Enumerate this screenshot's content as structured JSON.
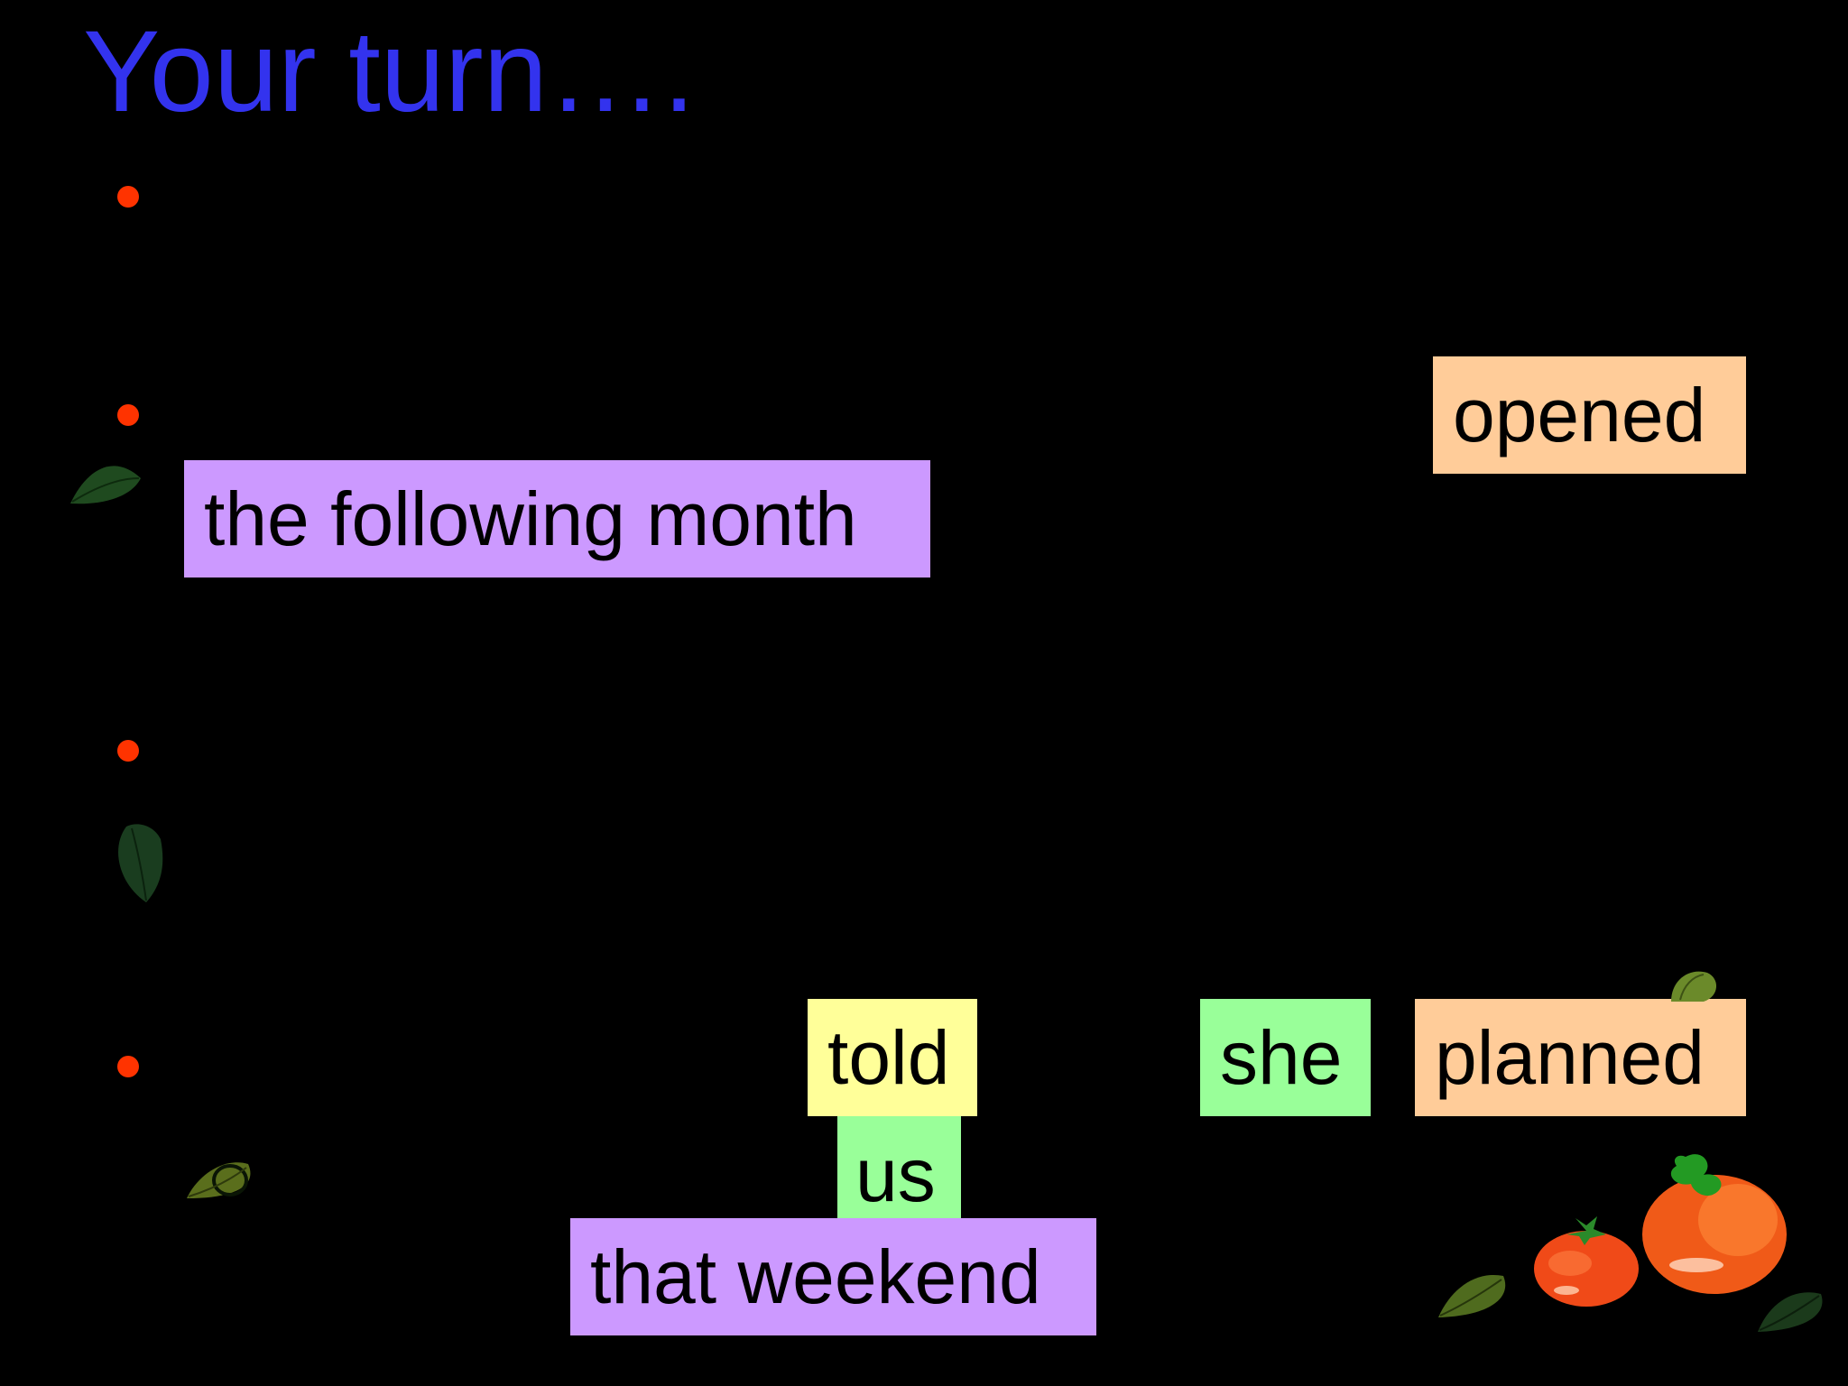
{
  "slide": {
    "title": "Your turn….",
    "title_color": "#3333ee",
    "bullet_color": "#ff3300"
  },
  "word_cards": [
    {
      "id": "opened",
      "text": "opened",
      "color": "#ffcc99"
    },
    {
      "id": "the-following-month",
      "text": "the following month",
      "color": "#cc99ff"
    },
    {
      "id": "told",
      "text": "told",
      "color": "#ffff99"
    },
    {
      "id": "she",
      "text": "she",
      "color": "#99ff99"
    },
    {
      "id": "planned",
      "text": "planned",
      "color": "#ffcc99"
    },
    {
      "id": "us",
      "text": "us",
      "color": "#99ff99"
    },
    {
      "id": "that-weekend",
      "text": "that weekend",
      "color": "#cc99ff"
    }
  ],
  "decorations": {
    "leaf_icon": "leaf-icon",
    "tomato_icon": "tomato-icon"
  }
}
